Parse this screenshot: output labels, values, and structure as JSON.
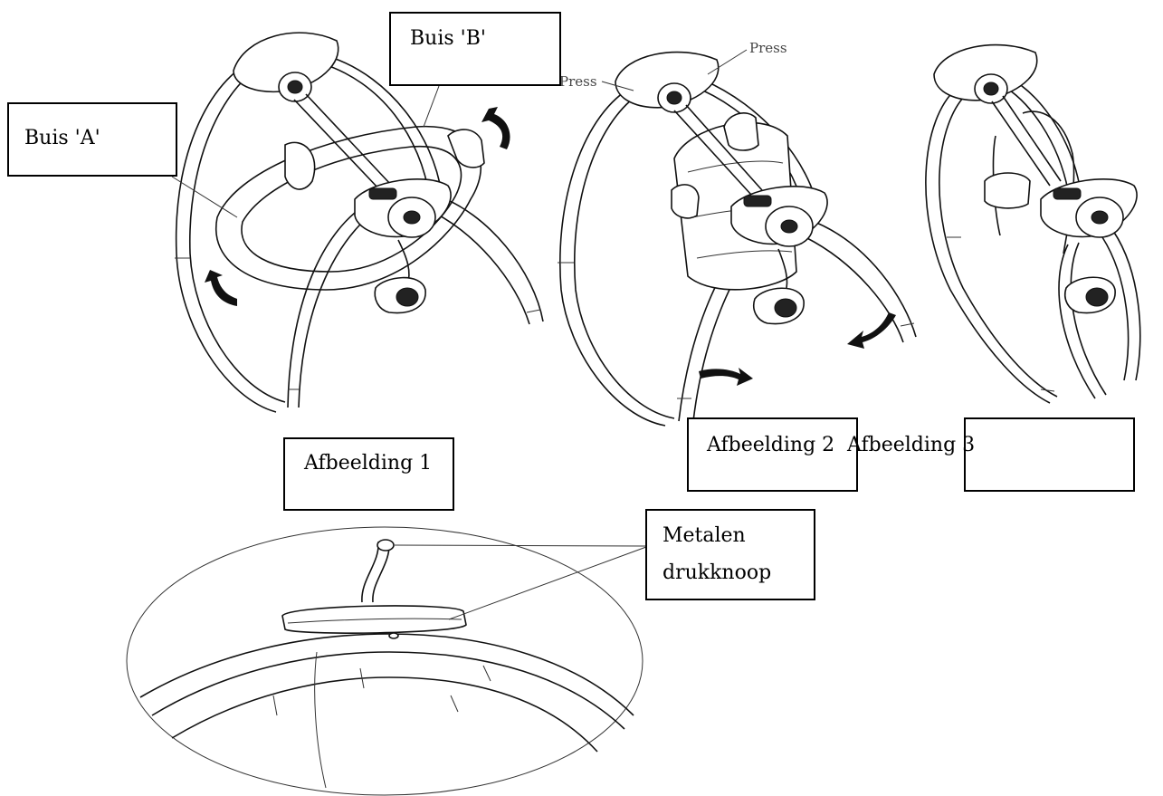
{
  "labels": {
    "tube_a": "Buis 'A'",
    "tube_b": "Buis 'B'",
    "press_left": "Press",
    "press_right": "Press",
    "figure_1": "Afbeelding 1",
    "figure_2": "Afbeelding 2",
    "figure_3": "Afbeelding 3",
    "metal_button_line1": "Metalen",
    "metal_button_line2": "drukknoop"
  },
  "icons": [
    "rotate-arrow-icon",
    "curved-arrow-icon"
  ],
  "colors": {
    "background": "#ffffff",
    "ink": "#000000"
  }
}
